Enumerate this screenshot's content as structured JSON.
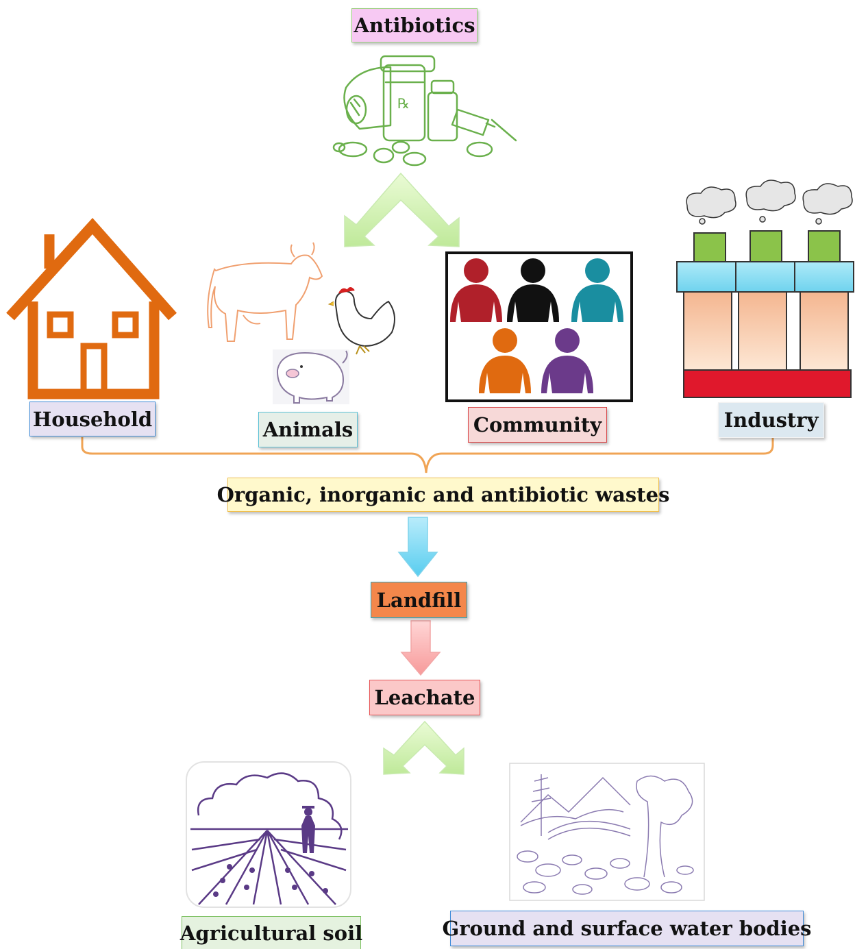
{
  "labels": {
    "antibiotics": "Antibiotics",
    "household": "Household",
    "animals": "Animals",
    "community": "Community",
    "industry": "Industry",
    "wastes": "Organic, inorganic and antibiotic wastes",
    "landfill": "Landfill",
    "leachate": "Leachate",
    "agricultural_soil": "Agricultural soil",
    "water_bodies": "Ground and surface water bodies"
  },
  "colors": {
    "antibiotics_box": "#f7c9f3",
    "household_box": "#e6e1f2",
    "animals_box": "#e6efe8",
    "community_box": "#f7d9d8",
    "industry_box": "#dce8f0",
    "wastes_box": "#fff9cc",
    "landfill_box": "#f4874b",
    "leachate_box": "#fbc8c8",
    "soil_box": "#e5f2df",
    "water_box": "#e6e1f2",
    "house": "#e06a10",
    "bracket": "#f0a455",
    "antibiotic_sketch": "#6ab04c",
    "person_colors": [
      "#b0202a",
      "#111111",
      "#1a8ea0",
      "#e06a10",
      "#6b3a8a"
    ]
  },
  "icons": [
    "antibiotics-icon",
    "house-icon",
    "cow-icon",
    "chicken-icon",
    "pig-icon",
    "people-icon",
    "factory-icon",
    "farm-field-icon",
    "river-landscape-icon"
  ]
}
